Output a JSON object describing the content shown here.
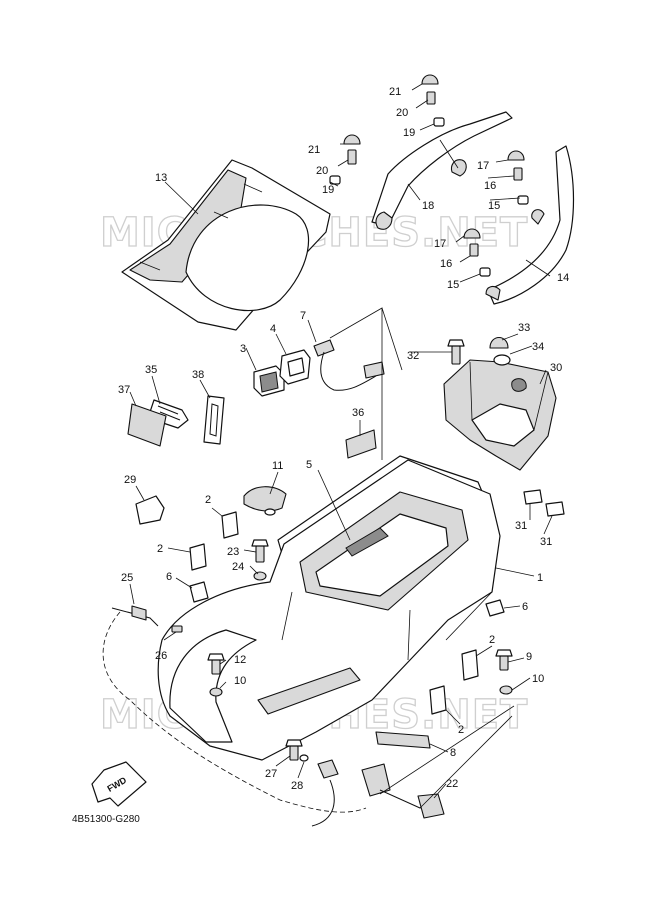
{
  "diagram_code": "4B51300-G280",
  "watermark_text": "MICROFICHES.NET",
  "fwd_label": "FWD",
  "colors": {
    "ink": "#111111",
    "part_shade": "#d9d9d9",
    "watermark": "#cfcfcf"
  },
  "callouts": [
    "1",
    "2",
    "2",
    "2",
    "2",
    "3",
    "4",
    "5",
    "6",
    "6",
    "7",
    "8",
    "9",
    "10",
    "10",
    "11",
    "12",
    "13",
    "14",
    "15",
    "15",
    "16",
    "16",
    "17",
    "17",
    "18",
    "19",
    "19",
    "20",
    "20",
    "21",
    "21",
    "22",
    "23",
    "24",
    "25",
    "26",
    "27",
    "28",
    "29",
    "30",
    "31",
    "31",
    "32",
    "33",
    "34",
    "35",
    "36",
    "37",
    "38"
  ]
}
